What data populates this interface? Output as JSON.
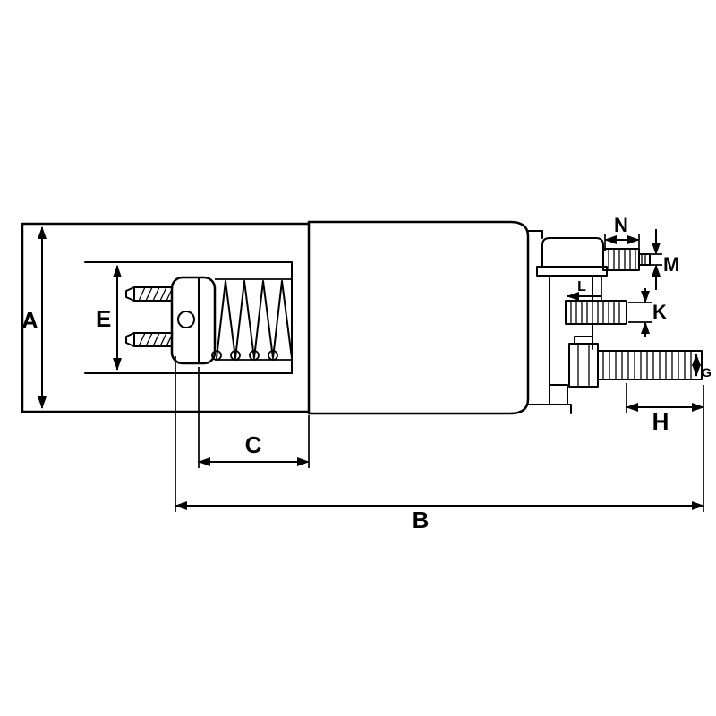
{
  "colors": {
    "background": "#ffffff",
    "line": "#000000"
  },
  "diagram": {
    "type": "technical-drawing",
    "dimension_labels": {
      "A": "A",
      "B": "B",
      "C": "C",
      "E": "E",
      "G": "G",
      "H": "H",
      "K": "K",
      "L": "L",
      "M": "M",
      "N": "N"
    }
  }
}
